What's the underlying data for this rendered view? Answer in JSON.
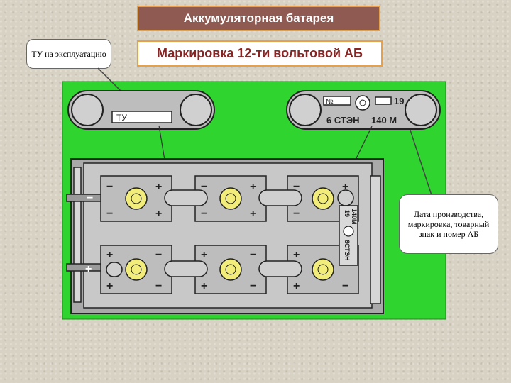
{
  "header": {
    "title": "Аккумуляторная батарея",
    "subtitle": "Маркировка 12-ти вольтовой АБ"
  },
  "callouts": {
    "tu_label": "ТУ на эксплуатацию",
    "marking_label": "Дата производства, маркировка, товарный знак и номер АБ"
  },
  "plates": {
    "left_text": "ТУ",
    "right_no": "№",
    "right_num": "19",
    "right_model": "6 СТЭН",
    "right_capacity": "140 М"
  },
  "side_marking": {
    "num": "19",
    "cap": "140М",
    "model": "6СТЭН"
  },
  "cells": {
    "top_row": [
      [
        "−",
        "+",
        "−",
        "+"
      ],
      [
        "−",
        "+",
        "−",
        "+"
      ],
      [
        "−",
        "+",
        "−",
        "+"
      ]
    ],
    "bottom_row": [
      [
        "+",
        "−",
        "+",
        "−"
      ],
      [
        "+",
        "−",
        "+",
        "−"
      ],
      [
        "+",
        "−",
        "+",
        "−"
      ]
    ]
  },
  "terminals": {
    "neg": "−",
    "pos": "+"
  },
  "colors": {
    "background": "#d8d2c4",
    "title_fill": "#8f5a52",
    "border_accent": "#e7a04a",
    "subtitle_text": "#8b2323",
    "green_panel": "#2fd42f",
    "battery_gray": "#b9b9b9",
    "terminal_yellow": "#f2ec7a"
  }
}
